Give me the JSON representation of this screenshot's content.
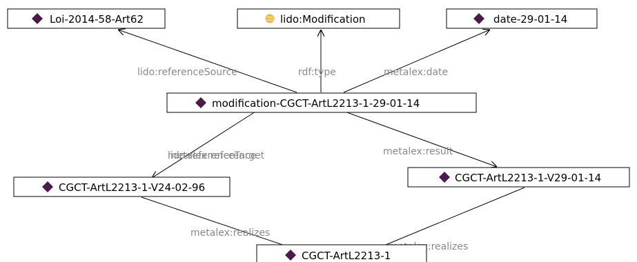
{
  "colors": {
    "individual_icon": "#4a1a4a",
    "class_icon": "#e8b84a",
    "edge_label": "#8a8a8a",
    "node_border": "#000000"
  },
  "nodes": {
    "loi": {
      "label": "Loi-2014-58-Art62",
      "icon": "individual-diamond-icon"
    },
    "lido_modification": {
      "label": "lido:Modification",
      "icon": "class-circle-icon"
    },
    "date": {
      "label": "date-29-01-14",
      "icon": "individual-diamond-icon"
    },
    "modification": {
      "label": "modification-CGCT-ArtL2213-1-29-01-14",
      "icon": "individual-diamond-icon"
    },
    "v24": {
      "label": "CGCT-ArtL2213-1-V24-02-96",
      "icon": "individual-diamond-icon"
    },
    "v29": {
      "label": "CGCT-ArtL2213-1-V29-01-14",
      "icon": "individual-diamond-icon"
    },
    "work": {
      "label": "CGCT-ArtL2213-1",
      "icon": "individual-diamond-icon"
    }
  },
  "edges": {
    "reference_source": {
      "label": "lido:referenceSource"
    },
    "rdf_type": {
      "label": "rdf:type"
    },
    "metalex_date": {
      "label": "metalex:date"
    },
    "overlap_a": {
      "label": "lido:referenceTarget"
    },
    "overlap_b": {
      "label": "metalex:reference"
    },
    "metalex_result": {
      "label": "metalex:result"
    },
    "realizes_left": {
      "label": "metalex:realizes"
    },
    "realizes_right": {
      "label": "metalex:realizes"
    }
  }
}
